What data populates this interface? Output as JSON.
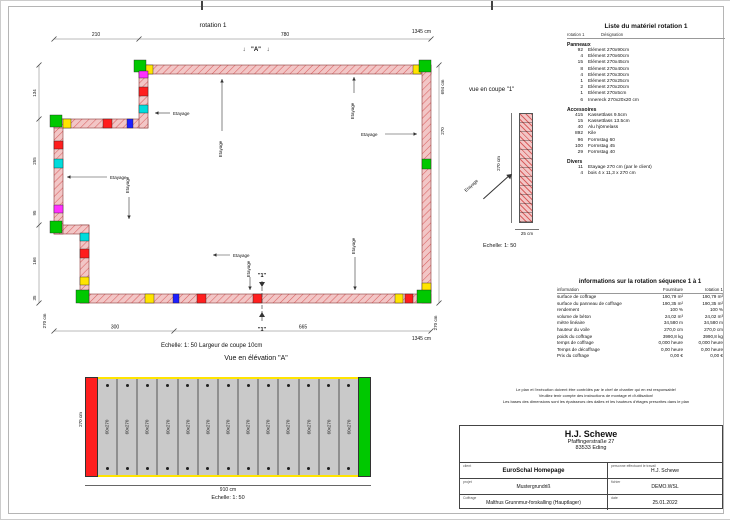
{
  "palette": {
    "wall-fill": "#f2c6c6",
    "wall-hatch": "#d95f5f",
    "green": "#00c800",
    "yellow": "#ffe400",
    "red": "#ff1e1e",
    "cyan": "#00dcdc",
    "blue": "#1e1eff",
    "magenta": "#ff30ff",
    "elev-bg": "#c9c9c9"
  },
  "plan": {
    "title": "rotation 1",
    "etayage_label": "Etayage",
    "section_marker_a": "\"A\"",
    "section_marker_1": "\"1\"",
    "down_arrow": "↓",
    "scale_note": "Echelle: 1: 50   Largeur de coupe 10cm",
    "dims": {
      "top_left": "210",
      "top_mid": "780",
      "top_total": "1345 cm",
      "right_total": "694 cm",
      "right_low": "270",
      "left_1": "134",
      "left_2": "255",
      "left_3": "95",
      "left_4": "166",
      "left_5": "35",
      "bottom_left": "300",
      "bottom_right": "665",
      "bottom_total": "1345 cm",
      "corner_left": "270 cm",
      "corner_right": "270 cm"
    }
  },
  "coupe": {
    "title": "vue en coupe \"1\"",
    "etayage_label": "Etayage",
    "dim_height": "270 cm",
    "dim_width": "25 cm",
    "scale": "Echelle: 1: 50"
  },
  "material_list": {
    "title": "Liste du matériel  rotation 1",
    "header_rotation": "rotation 1",
    "header_designation": "Désignation",
    "section_panneaux": "Panneaux",
    "section_accessoires": "Accessoires",
    "section_divers": "Divers",
    "panneaux": [
      {
        "qty": "92",
        "label": "Elément 270x90cm"
      },
      {
        "qty": "4",
        "label": "Elément 270x60cm"
      },
      {
        "qty": "15",
        "label": "Elément 270x45cm"
      },
      {
        "qty": "8",
        "label": "Elément 270x40cm"
      },
      {
        "qty": "4",
        "label": "Elément 270x30cm"
      },
      {
        "qty": "1",
        "label": "Elément 270x25cm"
      },
      {
        "qty": "2",
        "label": "Elément 270x20cm"
      },
      {
        "qty": "1",
        "label": "Elément 270x5cm"
      },
      {
        "qty": "6",
        "label": "Innereck 270x20x20 cm"
      }
    ],
    "accessoires": [
      {
        "qty": "415",
        "label": "Kassettlass 9.5cm"
      },
      {
        "qty": "15",
        "label": "Kassettlass 13.5cm"
      },
      {
        "qty": "40",
        "label": "Alu hjörnelass"
      },
      {
        "qty": "892",
        "label": "Kile"
      },
      {
        "qty": "96",
        "label": "Formstag 60"
      },
      {
        "qty": "100",
        "label": "Formstag 45"
      },
      {
        "qty": "29",
        "label": "Formstag 40"
      }
    ],
    "divers": [
      {
        "qty": "11",
        "label": "Etayage 270 cm (par le client)"
      },
      {
        "qty": "4",
        "label": "bois 4 x 11,3 x 270 cm"
      }
    ]
  },
  "info_table": {
    "title": "informations sur la rotation  séquence 1 à 1",
    "columns": [
      "information",
      "Fourniture",
      "rotation 1"
    ],
    "rows": [
      {
        "label": "surface de coffrage",
        "fourniture": "190,79 m²",
        "rotation": "190,79 m²"
      },
      {
        "label": "surface du panneau de coffrage",
        "fourniture": "190,35 m²",
        "rotation": "190,35 m²"
      },
      {
        "label": "rendement",
        "fourniture": "100 %",
        "rotation": "100 %"
      },
      {
        "label": "volume de béton",
        "fourniture": "24,02 m³",
        "rotation": "24,02 m³"
      },
      {
        "label": "mètre linéaire",
        "fourniture": "34,580 m",
        "rotation": "34,580 m"
      },
      {
        "label": "hauteur du voile",
        "fourniture": "270,0 cm",
        "rotation": "270,0 cm"
      },
      {
        "label": "poids du coffrage",
        "fourniture": "3990,8 kg",
        "rotation": "3990,8 kg"
      },
      {
        "label": "temps de coffrage",
        "fourniture": "0,000 heure",
        "rotation": "0,000 heure"
      },
      {
        "label": "Temps de décoffrage",
        "fourniture": "0,00 heure",
        "rotation": "0,00 heure"
      },
      {
        "label": "Prix du coffrage",
        "fourniture": "0,00 €",
        "rotation": "0,00 €"
      }
    ]
  },
  "notes": [
    "Le plan et l'exécution doivent être contrôlés par le chef de chantier qui en est responsable!",
    "Veuillez tenir compte des instructions de montage et d'utilisation!",
    "Les bases des dimensions sont les épaisseurs des dalles et les hauteurs d'étages prescrites dans le plan"
  ],
  "elevation": {
    "title": "Vue en élévation \"A\"",
    "panels": [
      "60x270",
      "60x270",
      "60x270",
      "60x270",
      "60x270",
      "60x270",
      "60x270",
      "60x270",
      "60x270",
      "60x270",
      "60x270",
      "60x270",
      "60x270"
    ],
    "dim_width": "910 cm",
    "dim_height": "270 cm",
    "scale": "Echelle: 1: 50"
  },
  "title_block": {
    "company": "H.J. Schewe",
    "address_line1": "Pfaffingerstraße 27",
    "address_line2": "83533 Eding",
    "client_label": "client",
    "client": "EuroSchal Homepage",
    "worker_label": "personne effectuant le travail",
    "worker": "H.J. Schewe",
    "project_label": "projet",
    "project": "Mustergrundriß",
    "file_label": "fichier",
    "file": "DEMO.WSL",
    "coffrage_label": "Coffrage",
    "coffrage": "Malthus Grunnmur-forskalling (Hauptlager)",
    "date_label": "date",
    "date": "25.01.2022"
  }
}
